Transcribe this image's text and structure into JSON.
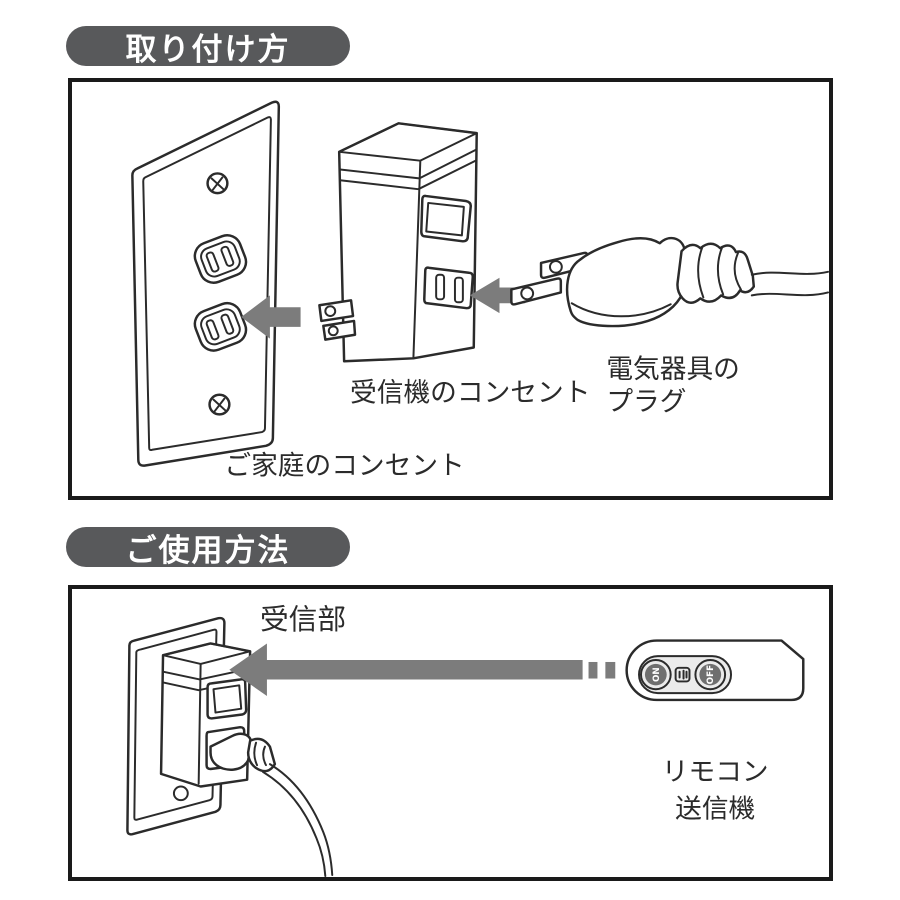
{
  "colors": {
    "header_bg": "#58595b",
    "header_text": "#ffffff",
    "line": "#2b2b2b",
    "panel_border": "#1a1a1a",
    "arrow": "#7c7c7c",
    "button_fill": "#6f6f6f",
    "button_text": "#ffffff",
    "remote_inner": "#ebebeb",
    "background": "#ffffff"
  },
  "install_section": {
    "header": "取り付け方",
    "labels": {
      "receiver_outlet": "受信機のコンセント",
      "appliance_plug_line1": "電気器具の",
      "appliance_plug_line2": "プラグ",
      "household_outlet": "ご家庭のコンセント"
    }
  },
  "usage_section": {
    "header": "ご使用方法",
    "labels": {
      "receiver_window": "受信部",
      "remote_line1": "リモコン",
      "remote_line2": "送信機"
    },
    "remote": {
      "on_button": "ON",
      "off_button": "OFF"
    }
  }
}
